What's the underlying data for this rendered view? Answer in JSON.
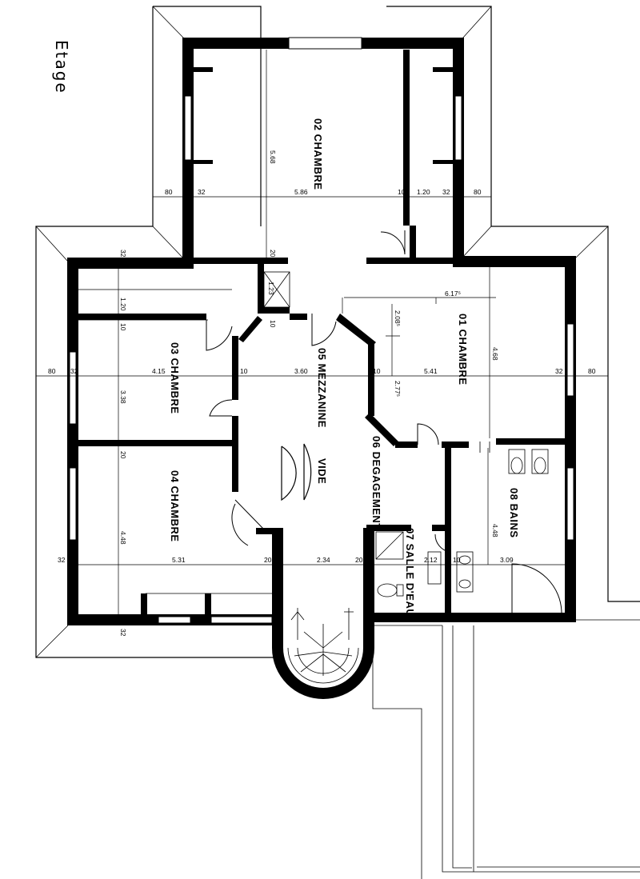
{
  "title": "Etage",
  "rooms": {
    "r01": "01 CHAMBRE",
    "r02": "02 CHAMBRE",
    "r03": "03 CHAMBRE",
    "r04": "04 CHAMBRE",
    "r05": "05 MEZZANINE",
    "r06": "06 DEGAGEMENT",
    "r07": "07 SALLE D'EAU",
    "r08": "08 BAINS",
    "vide": "VIDE"
  },
  "dimensions": {
    "d_top_80_left": "80",
    "d_top_32_left": "32",
    "d_586": "5.86",
    "d_10_top": "10",
    "d_120_top": "1.20",
    "d_top_32_right": "32",
    "d_top_80_right": "80",
    "d_568": "5.68",
    "d_20_a": "20",
    "d_32_a": "32",
    "d_120_left": "1.20",
    "d_10_left": "10",
    "d_338": "3.38",
    "d_20_left": "20",
    "d_448_left": "4.48",
    "d_80_mid_left": "80",
    "d_32_mid_left": "32",
    "d_415": "4.15",
    "d_10_mid_a": "10",
    "d_360": "3.60",
    "d_10_mid_b": "10",
    "d_541": "5.41",
    "d_32_mid_right": "32",
    "d_80_mid_right": "80",
    "d_617": "6.17⁵",
    "d_208": "2.08⁵",
    "d_277": "2.77⁵",
    "d_468": "4.68",
    "d_10_mezz": "10",
    "d_123": "1.23",
    "d_32_bottom_left": "32",
    "d_531": "5.31",
    "d_20_bottom_a": "20",
    "d_234": "2.34",
    "d_20_bottom_b": "20",
    "d_212": "2.12",
    "d_10_bottom": "10",
    "d_309": "3.09",
    "d_448_right": "4.48",
    "d_32_low": "32"
  }
}
